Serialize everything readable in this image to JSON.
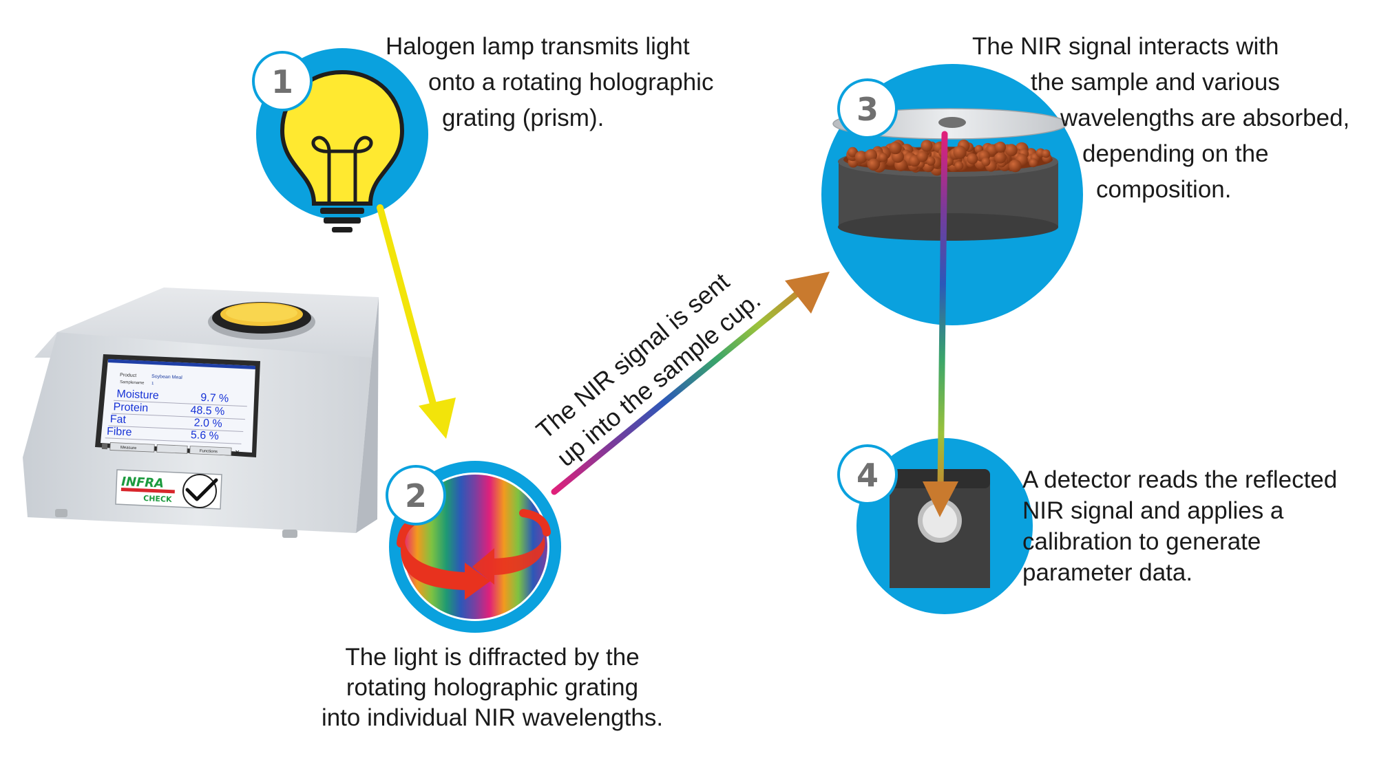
{
  "steps": [
    {
      "number": "1",
      "lines": [
        "Halogen lamp transmits light",
        "onto a rotating holographic",
        "grating (prism)."
      ]
    },
    {
      "number": "2",
      "lines": [
        "The light is diffracted by the",
        "rotating holographic grating",
        "into individual NIR wavelengths."
      ]
    },
    {
      "number": "3",
      "lines": [
        "The NIR signal interacts with",
        "the sample and various",
        "wavelengths are absorbed,",
        "depending on the",
        "composition."
      ]
    },
    {
      "number": "4",
      "lines": [
        "A detector reads the reflected",
        "NIR signal and applies a",
        "calibration to generate",
        "parameter data."
      ]
    }
  ],
  "arrow_label": [
    "The NIR signal is sent",
    "up into the sample cup."
  ],
  "instrument": {
    "brand_top": "INFRA",
    "brand_bottom": "CHECK",
    "screen": {
      "product_label": "Product",
      "product_value": "Soybean Meal",
      "sample_label": "Samplename",
      "sample_value": "1",
      "rows": [
        {
          "name": "Moisture",
          "value": "9.7 %"
        },
        {
          "name": "Protein",
          "value": "48.5 %"
        },
        {
          "name": "Fat",
          "value": "2.0 %"
        },
        {
          "name": "Fibre",
          "value": "5.6 %"
        }
      ],
      "buttons": [
        "Measure",
        "",
        "Functions"
      ]
    }
  },
  "colors": {
    "circle_blue": "#0aa1de",
    "yellow_arrow": "#f2e40a",
    "red_arrow": "#e8321e",
    "badge_text": "#707070",
    "cup_dark": "#4a4a4a",
    "lamp_yellow": "#ffe930",
    "instrument_grey": "#dcdfe3"
  },
  "icons": [
    "lightbulb-icon",
    "rotate-arrows-icon",
    "checkmark-icon"
  ]
}
